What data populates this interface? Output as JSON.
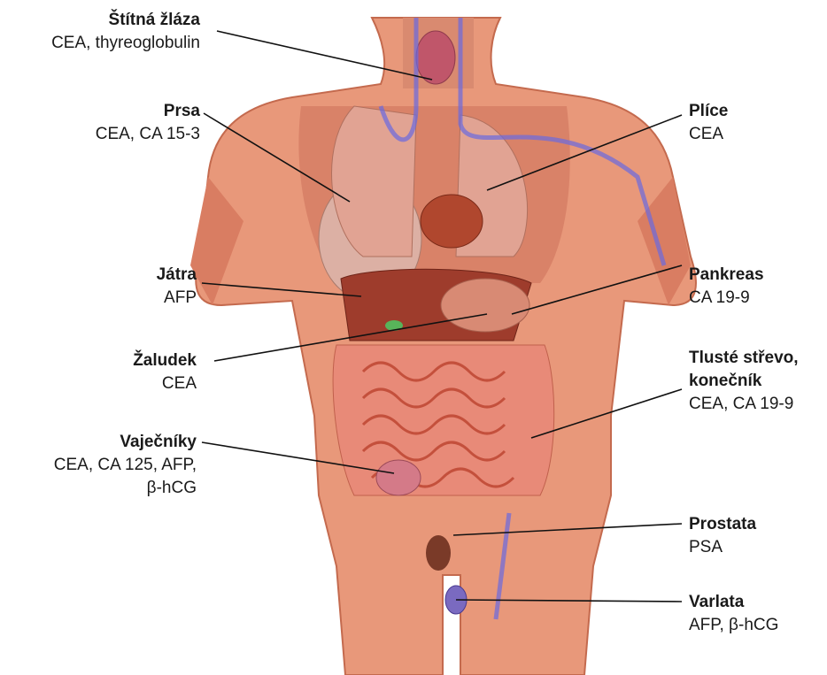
{
  "labels": {
    "thyroid": {
      "title": "Štítná žláza",
      "markers": "CEA, thyreoglobulin"
    },
    "breast": {
      "title": "Prsa",
      "markers": "CEA, CA 15-3"
    },
    "lungs": {
      "title": "Plíce",
      "markers": "CEA"
    },
    "liver": {
      "title": "Játra",
      "markers": "AFP"
    },
    "pancreas": {
      "title": "Pankreas",
      "markers": "CA 19-9"
    },
    "stomach": {
      "title": "Žaludek",
      "markers": "CEA"
    },
    "colon": {
      "title1": "Tlusté střevo,",
      "title2": "konečník",
      "markers": "CEA, CA 19-9"
    },
    "ovaries": {
      "title": "Vaječníky",
      "markers1": "CEA, CA 125, AFP,",
      "markers2": "β-hCG"
    },
    "prostate": {
      "title": "Prostata",
      "markers": "PSA"
    },
    "testes": {
      "title": "Varlata",
      "markers": "AFP, β-hCG"
    }
  }
}
